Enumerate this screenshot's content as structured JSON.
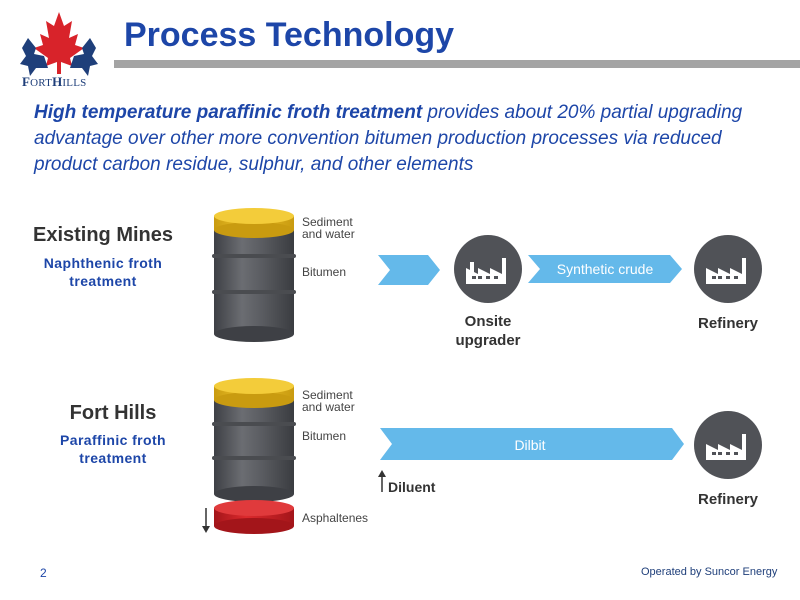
{
  "header": {
    "logo_text_prefix": "F",
    "logo_text_rest": "ORT",
    "logo_text_suffix": "H",
    "logo_text_end": "ILLS",
    "title": "Process Technology"
  },
  "intro": {
    "bold_part": "High temperature paraffinic froth treatment",
    "rest": " provides about 20% partial upgrading advantage over other more convention bitumen production processes  via reduced product carbon residue, sulphur, and other elements"
  },
  "existing": {
    "title": "Existing Mines",
    "subtitle_line1": "Naphthenic froth",
    "subtitle_line2": "treatment",
    "barrel_label_top_line1": "Sediment",
    "barrel_label_top_line2": "and water",
    "barrel_label_mid": "Bitumen",
    "upgrader_line1": "Onsite",
    "upgrader_line2": "upgrader",
    "arrow_label": "Synthetic crude",
    "refinery": "Refinery"
  },
  "fort_hills": {
    "title": "Fort Hills",
    "subtitle_line1": "Paraffinic froth",
    "subtitle_line2": "treatment",
    "barrel_label_top_line1": "Sediment",
    "barrel_label_top_line2": "and water",
    "barrel_label_mid": "Bitumen",
    "barrel_label_bottom": "Asphaltenes",
    "arrow_label": "Dilbit",
    "diluent": "Diluent",
    "refinery": "Refinery"
  },
  "footer": {
    "page_number": "2",
    "operated_by": "Operated by Suncor Energy"
  },
  "colors": {
    "title_blue": "#1d46a8",
    "arrow_blue": "#64b9ea",
    "barrel_gray": "#5b5d62",
    "lid_yellow": "#e3b51d",
    "asphaltene_red": "#c81d20",
    "node_gray": "#505257",
    "bar_gray": "#a4a4a4"
  },
  "icons": [
    "maple-leaf-logo-icon",
    "factory-icon",
    "up-arrow-icon",
    "down-arrow-icon"
  ]
}
